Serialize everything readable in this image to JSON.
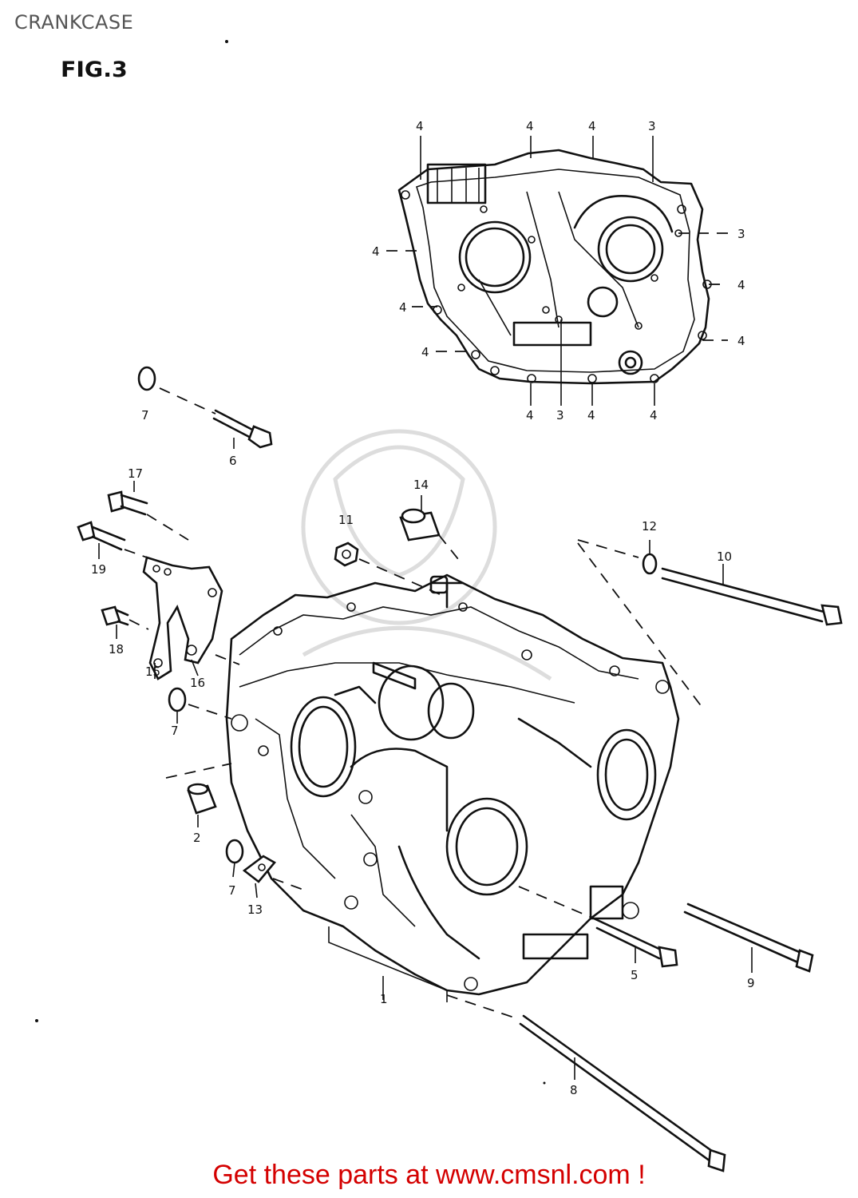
{
  "page_title": "CRANKCASE",
  "figure_label": "FIG.3",
  "footer_text": "Get these parts at www.cmsnl.com !",
  "callouts": {
    "c1": "1",
    "c2": "2",
    "c3a": "3",
    "c3b": "3",
    "c3c": "3",
    "c4a": "4",
    "c4b": "4",
    "c4c": "4",
    "c4d": "4",
    "c4e": "4",
    "c4f": "4",
    "c4g": "4",
    "c4h": "4",
    "c4i": "4",
    "c4j": "4",
    "c4k": "4",
    "c5": "5",
    "c6": "6",
    "c7a": "7",
    "c7b": "7",
    "c7c": "7",
    "c8": "8",
    "c9": "9",
    "c10": "10",
    "c11": "11",
    "c12": "12",
    "c13": "13",
    "c14": "14",
    "c15": "15",
    "c16": "16",
    "c17": "17",
    "c18": "18",
    "c19": "19"
  },
  "colors": {
    "footer": "#d40000",
    "title": "#555555",
    "line": "#111111"
  }
}
